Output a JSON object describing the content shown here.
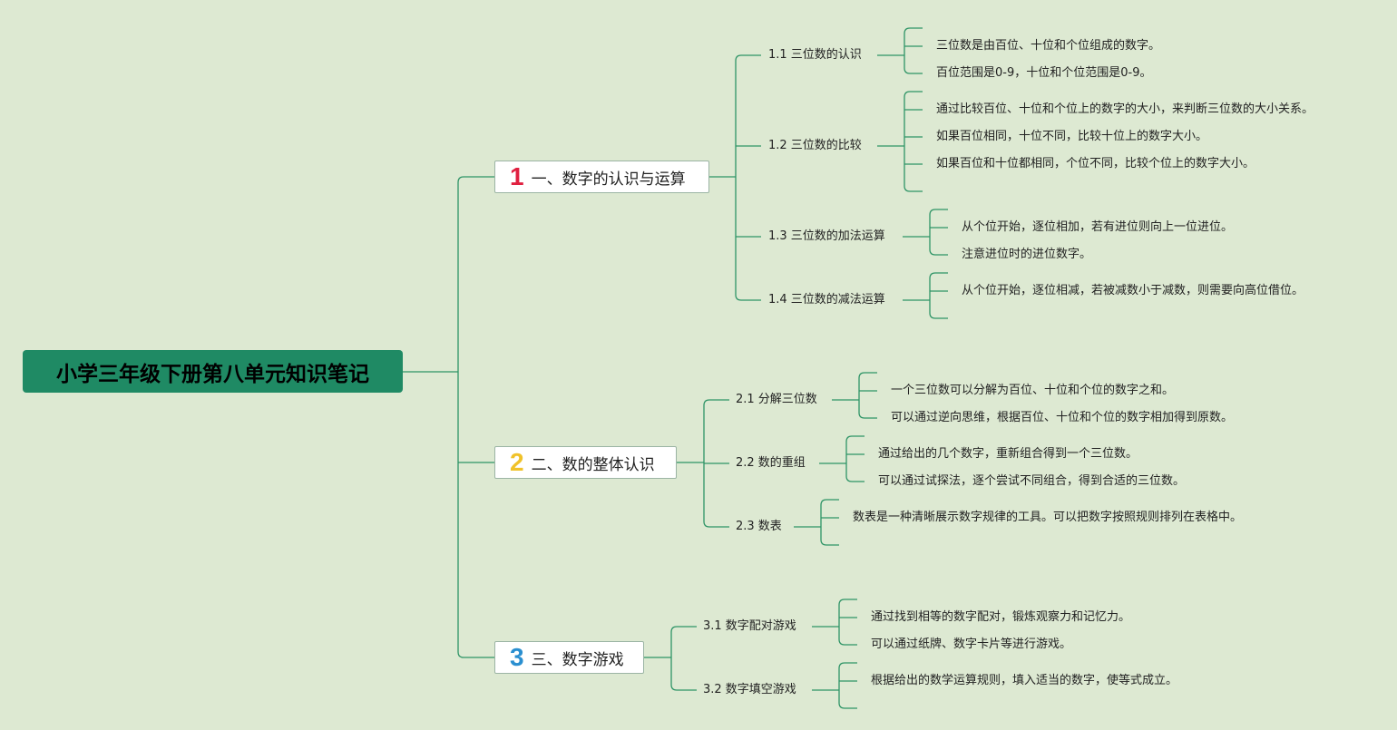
{
  "colors": {
    "background": "#dde9d2",
    "line": "#2e9466",
    "root_fill": "#1f8a64",
    "num1": "#e02040",
    "num2": "#f0c22a",
    "num3": "#2a8fd0"
  },
  "root": {
    "title": "小学三年级下册第八单元知识笔记"
  },
  "branches": [
    {
      "num": "1",
      "label": "一、数字的认识与运算",
      "subs": [
        {
          "label": "1.1 三位数的认识",
          "leaves": [
            "三位数是由百位、十位和个位组成的数字。",
            "百位范围是0-9，十位和个位范围是0-9。"
          ]
        },
        {
          "label": "1.2 三位数的比较",
          "leaves": [
            "通过比较百位、十位和个位上的数字的大小，来判断三位数的大小关系。",
            "如果百位相同，十位不同，比较十位上的数字大小。",
            "如果百位和十位都相同，个位不同，比较个位上的数字大小。"
          ]
        },
        {
          "label": "1.3 三位数的加法运算",
          "leaves": [
            "从个位开始，逐位相加，若有进位则向上一位进位。",
            "注意进位时的进位数字。"
          ]
        },
        {
          "label": "1.4 三位数的减法运算",
          "leaves": [
            "从个位开始，逐位相减，若被减数小于减数，则需要向高位借位。"
          ]
        }
      ]
    },
    {
      "num": "2",
      "label": "二、数的整体认识",
      "subs": [
        {
          "label": "2.1 分解三位数",
          "leaves": [
            "一个三位数可以分解为百位、十位和个位的数字之和。",
            "可以通过逆向思维，根据百位、十位和个位的数字相加得到原数。"
          ]
        },
        {
          "label": "2.2 数的重组",
          "leaves": [
            "通过给出的几个数字，重新组合得到一个三位数。",
            "可以通过试探法，逐个尝试不同组合，得到合适的三位数。"
          ]
        },
        {
          "label": "2.3 数表",
          "leaves": [
            "数表是一种清晰展示数字规律的工具。可以把数字按照规则排列在表格中。"
          ]
        }
      ]
    },
    {
      "num": "3",
      "label": "三、数字游戏",
      "subs": [
        {
          "label": "3.1 数字配对游戏",
          "leaves": [
            "通过找到相等的数字配对，锻炼观察力和记忆力。",
            "可以通过纸牌、数字卡片等进行游戏。"
          ]
        },
        {
          "label": "3.2 数字填空游戏",
          "leaves": [
            "根据给出的数学运算规则，填入适当的数字，使等式成立。"
          ]
        }
      ]
    }
  ]
}
